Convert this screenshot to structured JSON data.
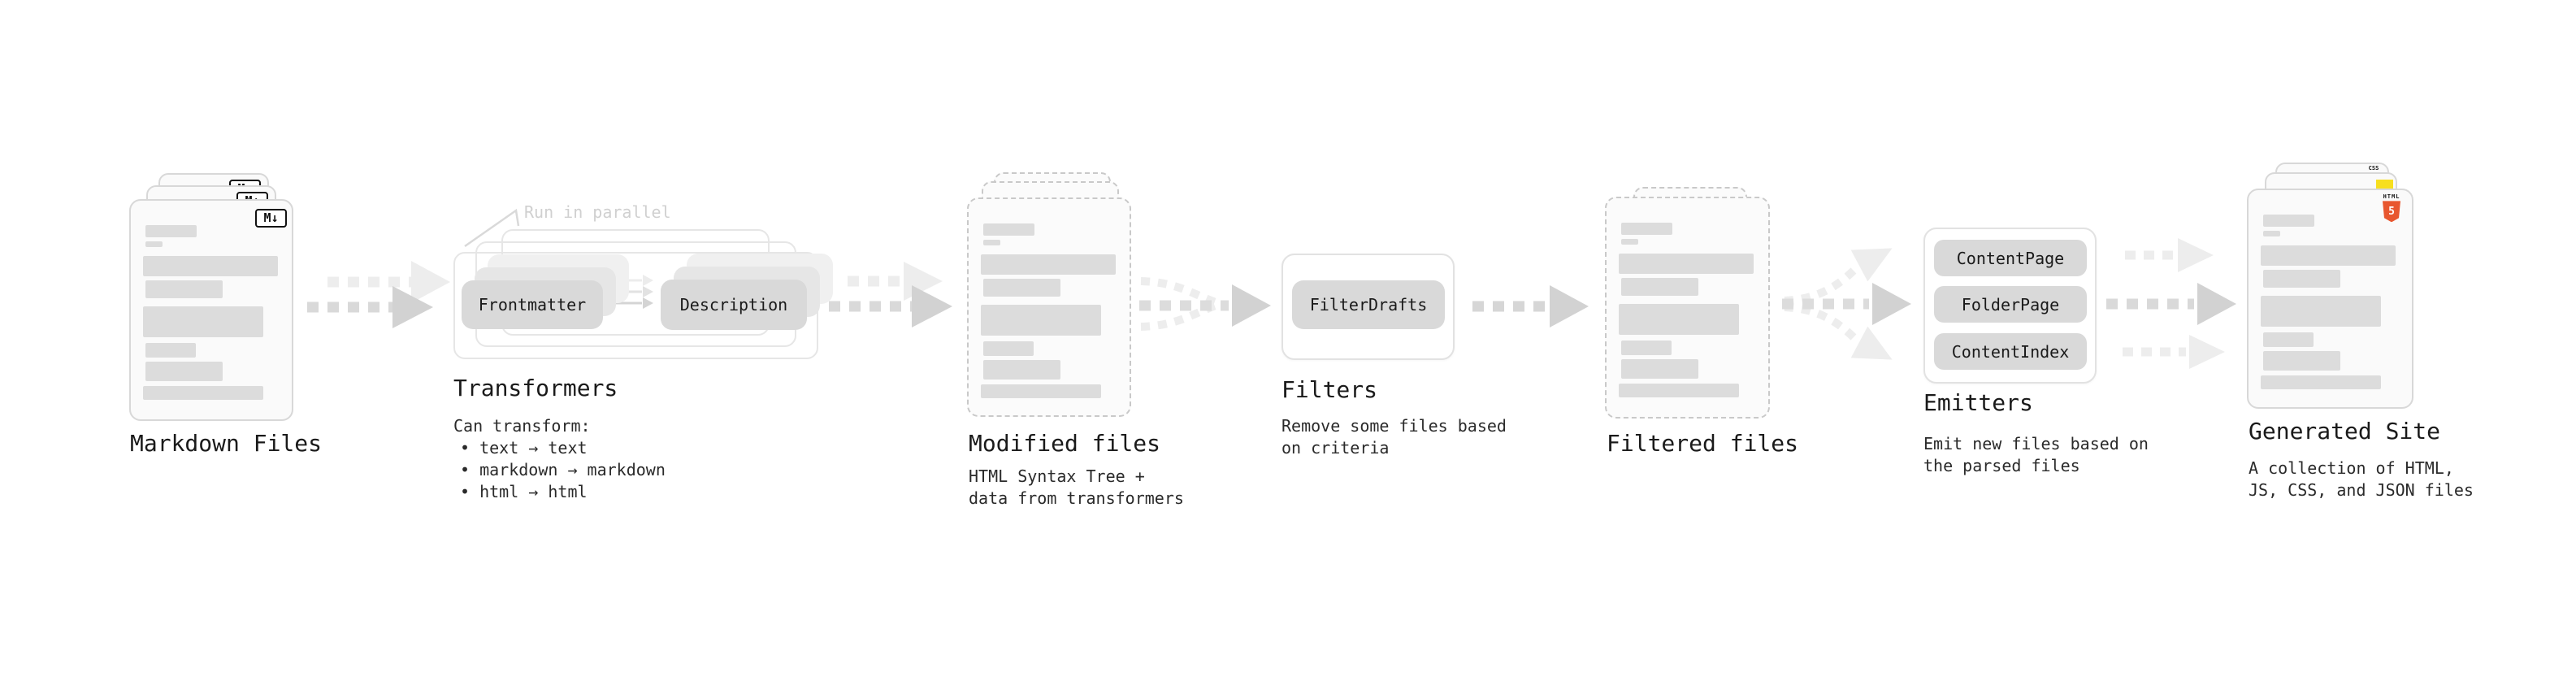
{
  "stages": {
    "markdown_files": {
      "title": "Markdown Files",
      "file_badge": "M↓"
    },
    "transformers": {
      "annotation": "Run in parallel",
      "transformer_left": "Frontmatter",
      "transformer_right": "Description",
      "title": "Transformers",
      "description_heading": "Can transform:",
      "bullets": [
        "• text → text",
        "• markdown → markdown",
        "• html → html"
      ]
    },
    "modified_files": {
      "title": "Modified files",
      "description_lines": [
        "HTML Syntax Tree +",
        "data from transformers"
      ]
    },
    "filters": {
      "filter_name": "FilterDrafts",
      "title": "Filters",
      "description_lines": [
        "Remove some files based",
        "on criteria"
      ]
    },
    "filtered_files": {
      "title": "Filtered files"
    },
    "emitters": {
      "emitter_names": [
        "ContentPage",
        "FolderPage",
        "ContentIndex"
      ],
      "title": "Emitters",
      "description_lines": [
        "Emit new files based on",
        "the parsed files"
      ]
    },
    "generated_site": {
      "title": "Generated Site",
      "description_lines": [
        "A collection of HTML,",
        "JS, CSS, and JSON files"
      ],
      "css_badge": "CSS",
      "html_badge": "HTML",
      "html5_shield": "5"
    }
  },
  "colors": {
    "background": "#ffffff",
    "card_fill": "#fafafa",
    "card_border": "#d8d8d8",
    "dashed_border": "#c9c9c9",
    "skeleton": "#dcdcdc",
    "pill_fill": "#d9d9d9",
    "arrow_dark": "#d2d2d2",
    "arrow_mid": "#dcdcdc",
    "arrow_light": "#ededed",
    "text": "#1a1a1a",
    "annotation_gray": "#d0d0d0",
    "html5_orange": "#e8572f",
    "js_yellow": "#f7df1e",
    "css_blue": "#2b6fe3"
  }
}
